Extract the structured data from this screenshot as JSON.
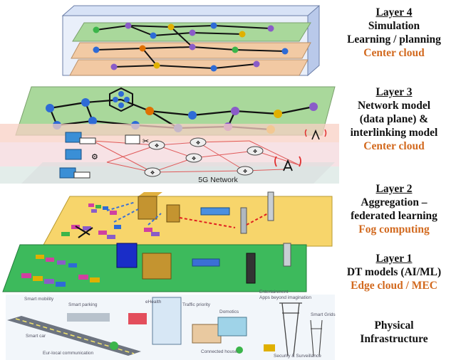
{
  "layers": [
    {
      "title": "Layer 4",
      "lines": [
        "Simulation",
        "Learning / planning"
      ],
      "location": "Center cloud"
    },
    {
      "title": "Layer 3",
      "lines": [
        "Network model",
        "(data plane) &",
        "interlinking model"
      ],
      "location": "Center cloud"
    },
    {
      "title": "Layer 2",
      "lines": [
        "Aggregation –",
        "federated learning"
      ],
      "location": "Fog computing"
    },
    {
      "title": "Layer 1",
      "lines": [
        "DT models (AI/ML)"
      ],
      "location": "Edge cloud / MEC"
    }
  ],
  "physical": {
    "lines": [
      "Physical",
      "Infrastructure"
    ]
  },
  "network_label": "5G Network",
  "city_labels": {
    "smart_mobility": "Smart mobility",
    "smart_parking": "Smart parking",
    "ehealth": "eHealth",
    "traffic_priority": "Traffic priority",
    "domotics": "Domotics",
    "entertainment": "Entertainment",
    "apps": "Apps beyond imagination",
    "smart_grids": "Smart Grids",
    "smart_car": "Smart car",
    "eu_communication": "Eur-local communication",
    "connected_house": "Connected house",
    "security": "Security & Surveillance"
  },
  "colors": {
    "accent": "#d2691e",
    "layer_green": "#9fd79a",
    "layer_peach": "#f4c89a",
    "layer_yellow": "#f7d56b",
    "edge_green": "#3dba5c"
  }
}
